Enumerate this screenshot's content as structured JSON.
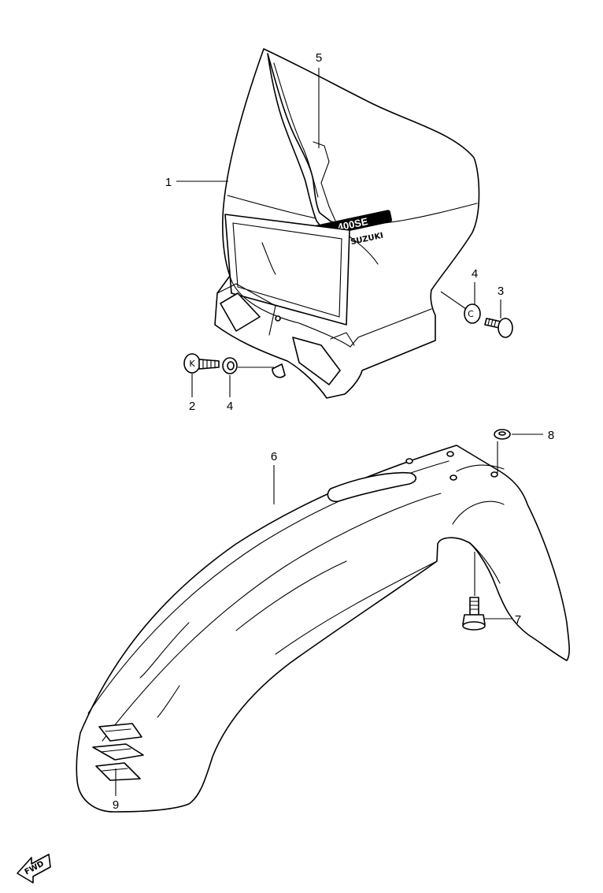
{
  "diagram": {
    "callouts": [
      {
        "id": "1",
        "label": "1"
      },
      {
        "id": "2",
        "label": "2"
      },
      {
        "id": "3",
        "label": "3"
      },
      {
        "id": "4a",
        "label": "4"
      },
      {
        "id": "4b",
        "label": "4"
      },
      {
        "id": "5",
        "label": "5"
      },
      {
        "id": "6",
        "label": "6"
      },
      {
        "id": "7",
        "label": "7"
      },
      {
        "id": "8",
        "label": "8"
      },
      {
        "id": "9",
        "label": "9"
      }
    ],
    "markings": {
      "model_badge": "400SE",
      "brand_badge": "SUZUKI",
      "screw_head_letter": "K",
      "grommet_letter": "C",
      "direction_arrow": "FWD"
    },
    "colors": {
      "line": "#000000",
      "background": "#ffffff"
    }
  }
}
